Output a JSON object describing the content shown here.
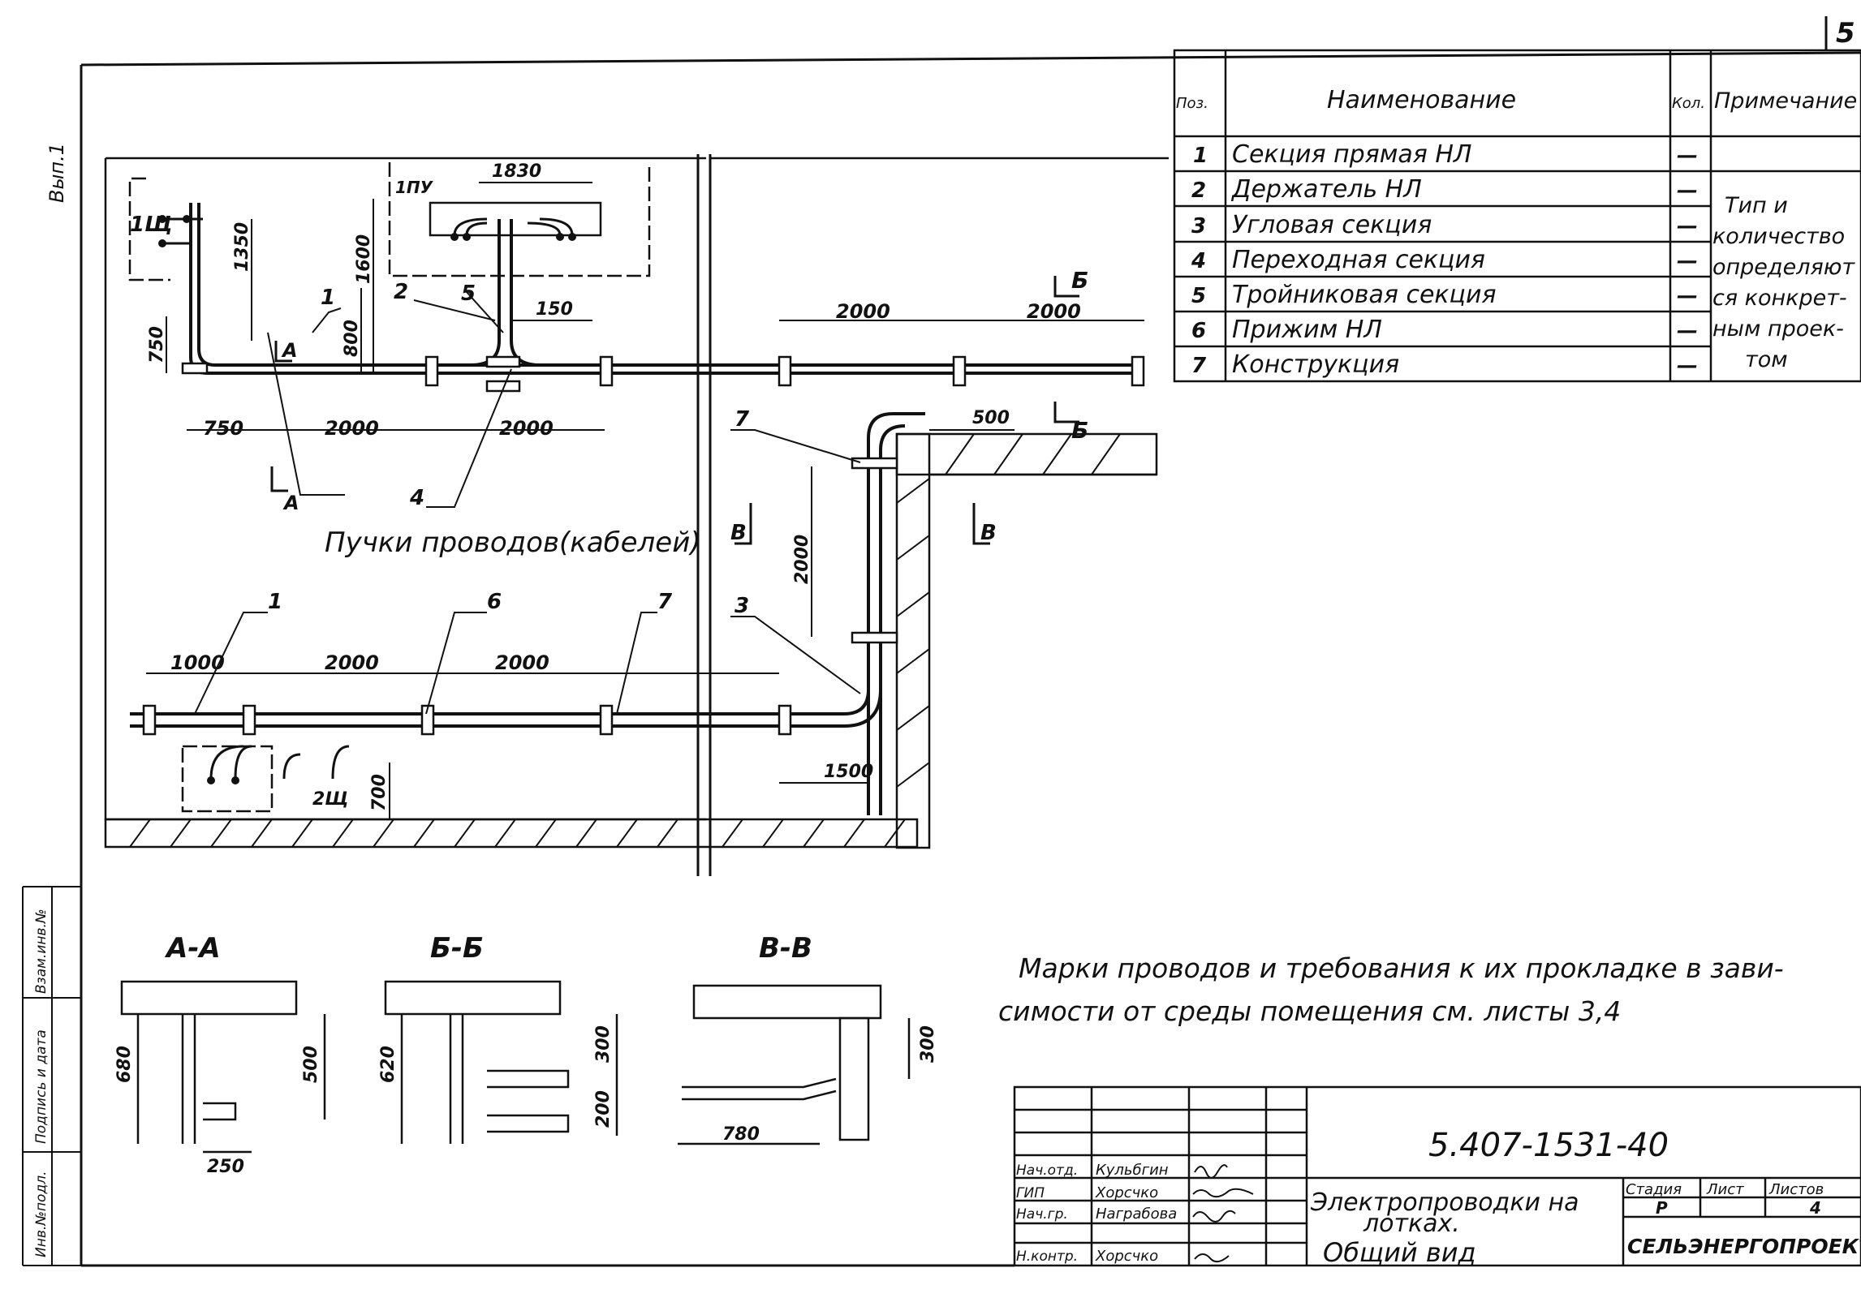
{
  "sheet": {
    "number": "5",
    "side_label": "Вып.1"
  },
  "spec_table": {
    "headers": {
      "pos": "Поз.",
      "name": "Наименование",
      "qty": "Кол.",
      "note": "Примечание"
    },
    "rows": [
      {
        "pos": "1",
        "name": "Секция прямая НЛ",
        "qty": "—"
      },
      {
        "pos": "2",
        "name": "Держатель НЛ",
        "qty": "—"
      },
      {
        "pos": "3",
        "name": "Угловая секция",
        "qty": "—"
      },
      {
        "pos": "4",
        "name": "Переходная секция",
        "qty": "—"
      },
      {
        "pos": "5",
        "name": "Тройниковая секция",
        "qty": "—"
      },
      {
        "pos": "6",
        "name": "Прижим НЛ",
        "qty": "—"
      },
      {
        "pos": "7",
        "name": "Конструкция",
        "qty": "—"
      }
    ],
    "note_lines": [
      "Тип и",
      "количество",
      "определяют",
      "ся конкрет-",
      "ным проек-",
      "том"
    ]
  },
  "plan": {
    "panels": {
      "p1": "1Щ",
      "p2": "1ПУ",
      "p3": "2Щ"
    },
    "dimensions": {
      "d1830": "1830",
      "d1600": "1600",
      "d1350": "1350",
      "d800": "800",
      "d150": "150",
      "d750": "750",
      "d2000a": "2000",
      "d2000b": "2000",
      "d2000c": "2000",
      "d2000d": "2000",
      "d500": "500",
      "d2000v": "2000",
      "d1000": "1000",
      "d2000e": "2000",
      "d2000f": "2000",
      "d1500": "1500",
      "d700": "700",
      "d750s": "750"
    },
    "pos_labels": {
      "l1a": "1",
      "l2": "2",
      "l5": "5",
      "l4": "4",
      "l1b": "1",
      "l6": "6",
      "l7a": "7",
      "l7b": "7",
      "l3": "3"
    },
    "section_marks": {
      "a1": "А",
      "a2": "А",
      "b1": "Б",
      "b2": "Б",
      "v1": "В",
      "v2": "В"
    },
    "bundle_label": "Пучки проводов(кабелей)"
  },
  "sections": {
    "aa": {
      "title": "А-А",
      "d680": "680",
      "d500": "500",
      "d250": "250"
    },
    "bb": {
      "title": "Б-Б",
      "d620": "620",
      "d300": "300",
      "d200": "200"
    },
    "vv": {
      "title": "В-В",
      "d780": "780",
      "d300": "300"
    }
  },
  "note": {
    "line1": "Марки проводов и требования к их прокладке в зави-",
    "line2": "симости от среды помещения см. листы 3,4"
  },
  "left_strip": {
    "l1": "Инв.№подл.",
    "l2": "Подпись и дата",
    "l3": "Взам.инв.№"
  },
  "title_block": {
    "code": "5.407-1531-40",
    "title1": "Электропроводки на",
    "title2": "лотках.",
    "title3": "Общий вид",
    "stage_h": "Стадия",
    "sheet_h": "Лист",
    "sheets_h": "Листов",
    "stage": "Р",
    "sheets": "4",
    "org": "СЕЛЬЭНЕРГОПРОЕКТ",
    "roles": [
      {
        "role": "Нач.отд.",
        "name": "Кульбгин"
      },
      {
        "role": "ГИП",
        "name": "Хорсчко"
      },
      {
        "role": "Нач.гр.",
        "name": "Награбова"
      },
      {
        "role": "",
        "name": ""
      },
      {
        "role": "Н.контр.",
        "name": "Хорсчко"
      }
    ]
  }
}
